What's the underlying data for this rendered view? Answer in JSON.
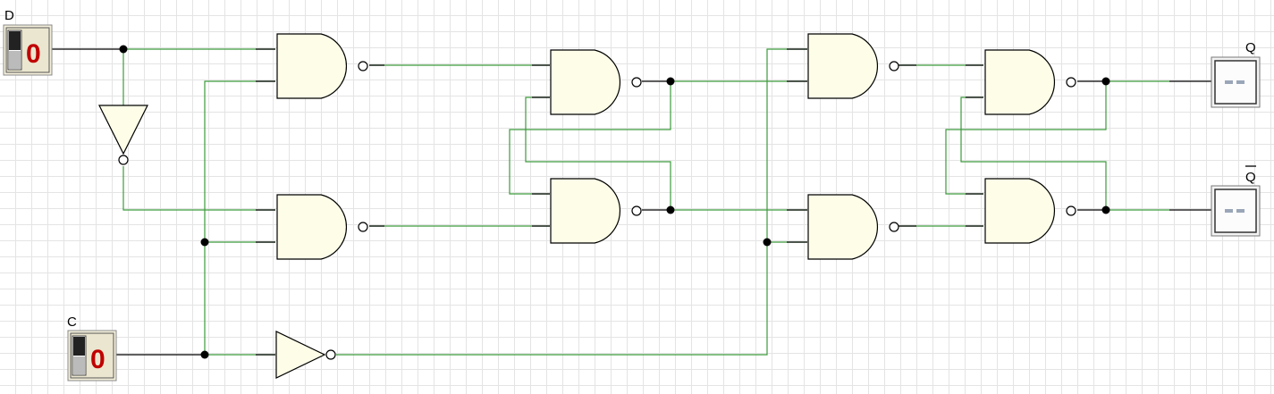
{
  "inputs": [
    {
      "id": "d",
      "label": "D",
      "value": "0"
    },
    {
      "id": "c",
      "label": "C",
      "value": "0"
    }
  ],
  "outputs": [
    {
      "id": "q",
      "label": "Q"
    },
    {
      "id": "q_bar",
      "label": "Q"
    }
  ],
  "gates": {
    "nand_count": 8,
    "not_count": 2
  },
  "colors": {
    "wire": "#3c9b3c",
    "gate_fill": "#fdfde8",
    "digit": "#c00000",
    "grid": "#e4e4e4"
  }
}
